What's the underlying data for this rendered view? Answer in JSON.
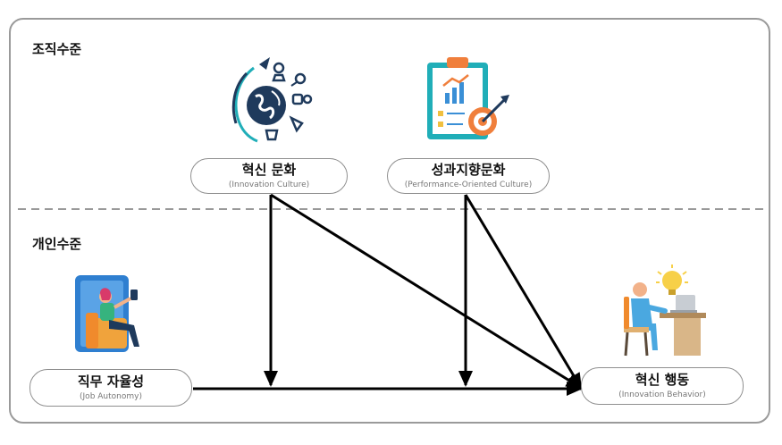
{
  "levels": {
    "organizational": "조직수준",
    "individual": "개인수준"
  },
  "nodes": {
    "innovation_culture": {
      "kr": "혁신 문화",
      "en": "(Innovation Culture)"
    },
    "performance_culture": {
      "kr": "성과지향문화",
      "en": "(Performance-Oriented Culture)"
    },
    "job_autonomy": {
      "kr": "직무 자율성",
      "en": "(Job Autonomy)"
    },
    "innovation_behavior": {
      "kr": "혁신 행동",
      "en": "(Innovation Behavior)"
    }
  },
  "icons": {
    "innovation": "globe-rocket-icon",
    "performance": "clipboard-target-icon",
    "autonomy": "person-phone-icon",
    "behavior": "person-desk-lightbulb-icon"
  },
  "colors": {
    "navy": "#1f3a5c",
    "teal": "#20aeb8",
    "orange": "#f07f3c",
    "blue": "#3a8fd6",
    "arrow": "#000000"
  }
}
